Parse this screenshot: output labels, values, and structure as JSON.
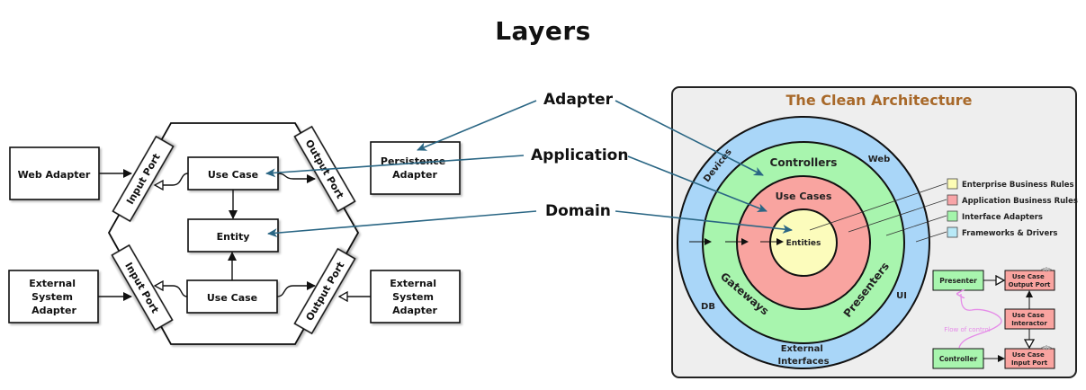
{
  "title": "Layers",
  "layer_labels": {
    "adapter": "Adapter",
    "application": "Application",
    "domain": "Domain"
  },
  "hexagonal": {
    "web_adapter": "Web Adapter",
    "external_system_adapter_left": [
      "External",
      "System",
      "Adapter"
    ],
    "persistence_adapter": [
      "Persistence",
      "Adapter"
    ],
    "external_system_adapter_right": [
      "External",
      "System",
      "Adapter"
    ],
    "input_port": "Input Port",
    "output_port": "Output Port",
    "use_case": "Use Case",
    "entity": "Entity"
  },
  "clean_architecture": {
    "title": "The Clean Architecture",
    "title_color": "#a8692a",
    "rings": {
      "entities": "Entities",
      "use_cases": "Use Cases",
      "controllers": "Controllers",
      "gateways": "Gateways",
      "presenters": "Presenters",
      "devices": "Devices",
      "web": "Web",
      "db": "DB",
      "ui": "UI",
      "external_interfaces": [
        "External",
        "Interfaces"
      ]
    },
    "legend": [
      {
        "label": "Enterprise Business Rules",
        "color": "#fdfcb5"
      },
      {
        "label": "Application Business Rules",
        "color": "#f8a5a8"
      },
      {
        "label": "Interface Adapters",
        "color": "#a4f5ab"
      },
      {
        "label": "Frameworks & Drivers",
        "color": "#b8e9f7"
      }
    ],
    "colors": {
      "outer": "#a9d6f8",
      "green": "#a8f5ae",
      "red": "#f9a4a0",
      "yellow": "#fcfcbc",
      "panel": "#eeeeee"
    },
    "flow": {
      "presenter": "Presenter",
      "controller": "Controller",
      "output_port": [
        "Use Case",
        "Output Port"
      ],
      "interactor": [
        "Use Case",
        "Interactor"
      ],
      "input_port": [
        "Use Case",
        "Input Port"
      ],
      "interface_marker": "<I>",
      "flow_of_control": "Flow of control"
    }
  },
  "pointer_color": "#2a6684"
}
